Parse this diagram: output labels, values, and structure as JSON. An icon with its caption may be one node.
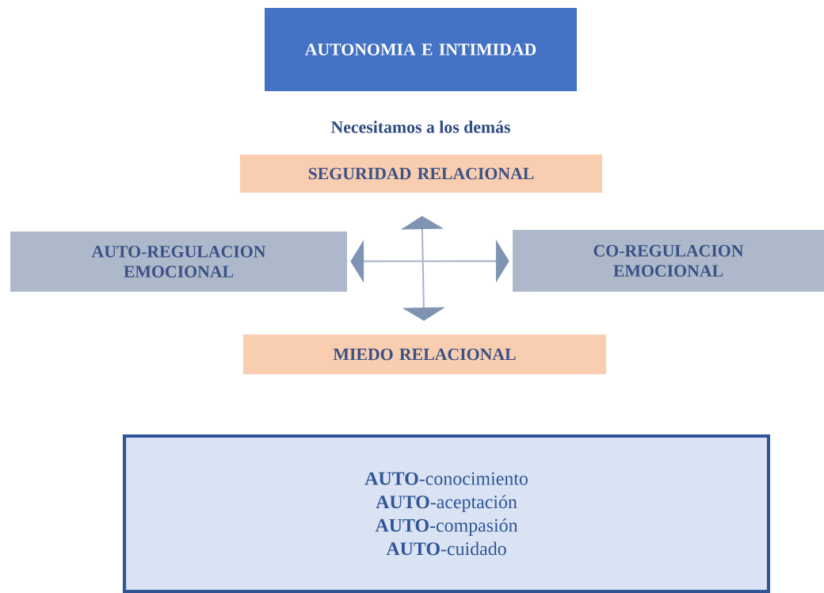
{
  "diagram": {
    "nodes": [
      {
        "text": [
          "AUTONOMIA E INTIMIDAD"
        ]
      },
      {
        "text": [
          "SEGURIDAD RELACIONAL"
        ]
      },
      {
        "text": [
          "AUTO-REGULACION EMOCIONAL"
        ]
      },
      {
        "text": [
          "CO-REGULACION EMOCIONAL"
        ]
      },
      {
        "text": [
          "MIEDO RELACIONAL"
        ]
      },
      {
        "text": [
          "**AUTO**-conocimiento",
          "**AUTO**-aceptación",
          "**AUTO**-compasión",
          "**AUTO**-cuidado"
        ]
      }
    ],
    "edges": [
      {
        "from": 1,
        "to": 4,
        "arrow": "both"
      },
      {
        "from": 2,
        "to": 3,
        "arrow": "both"
      }
    ],
    "labels": [
      "Necesitamos a los demás"
    ]
  }
}
